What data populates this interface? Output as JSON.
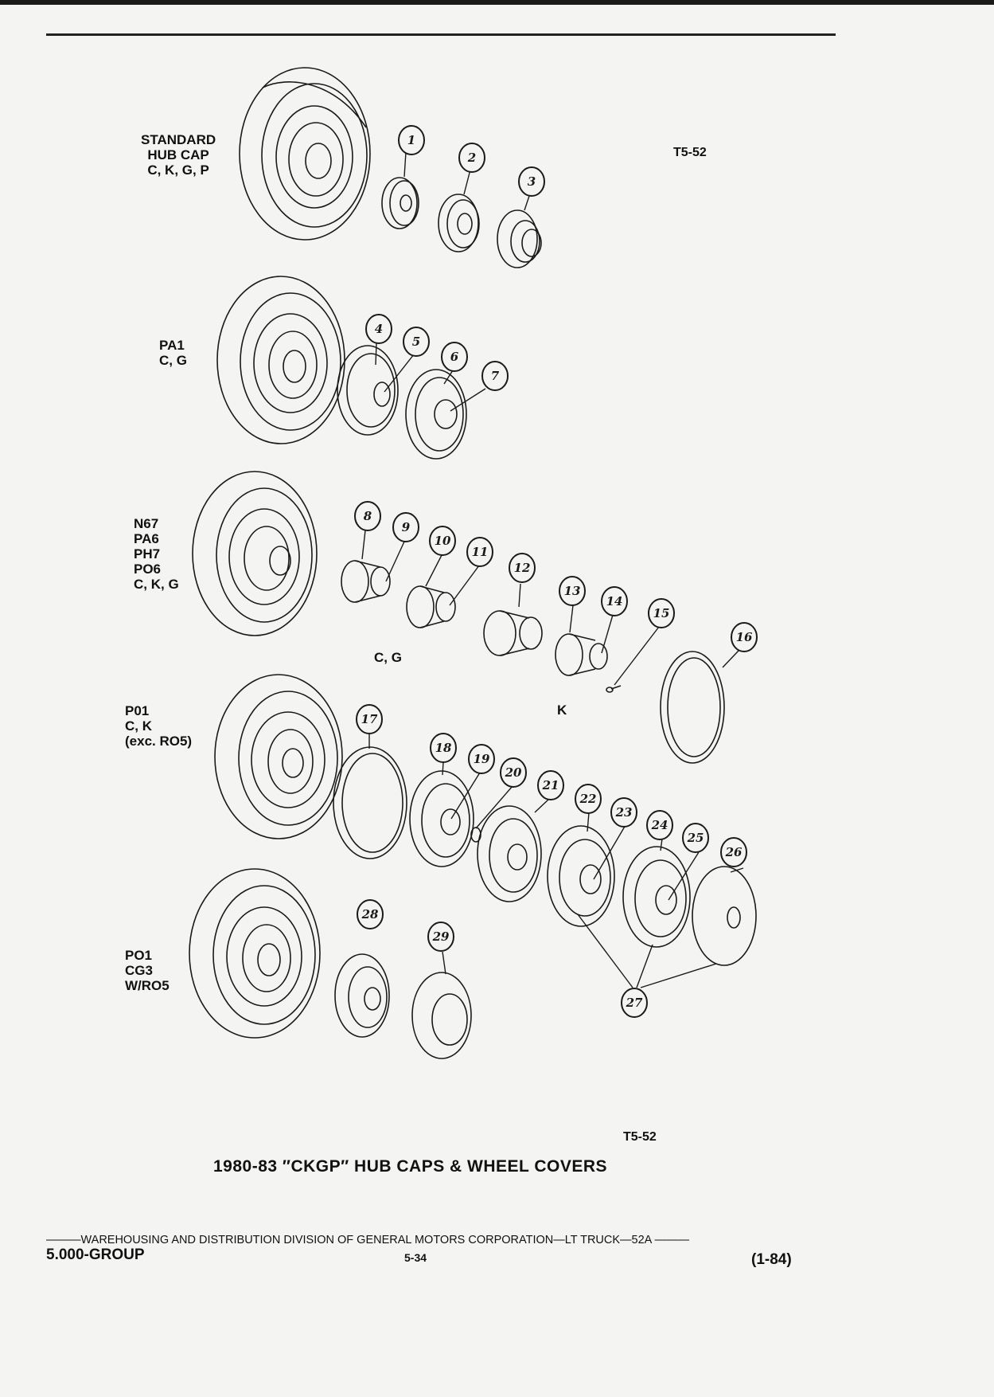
{
  "ref_top": "T5-52",
  "ref_bottom": "T5-52",
  "groups": [
    {
      "label": "STANDARD\nHUB CAP\nC, K, G, P"
    },
    {
      "label": "PA1\nC, G"
    },
    {
      "label": "N67\nPA6\nPH7\nPO6\nC, K, G"
    },
    {
      "label": "P01\nC, K\n(exc. RO5)"
    },
    {
      "label": "PO1\nCG3\nW/RO5"
    }
  ],
  "sub_labels": {
    "cg": "C, G",
    "k": "K"
  },
  "callouts": [
    "1",
    "2",
    "3",
    "4",
    "5",
    "6",
    "7",
    "8",
    "9",
    "10",
    "11",
    "12",
    "13",
    "14",
    "15",
    "16",
    "17",
    "18",
    "19",
    "20",
    "21",
    "22",
    "23",
    "24",
    "25",
    "26",
    "27",
    "28",
    "29"
  ],
  "caption": "1980-83 ″CKGP″ HUB CAPS & WHEEL COVERS",
  "footer": {
    "line": "———WAREHOUSING AND DISTRIBUTION  DIVISION OF GENERAL MOTORS CORPORATION—LT TRUCK—52A  ———",
    "group": "5.000-GROUP",
    "page": "5-34",
    "date": "(1-84)"
  },
  "colors": {
    "ink": "#1a1a1a",
    "paper": "#f4f4f2"
  }
}
